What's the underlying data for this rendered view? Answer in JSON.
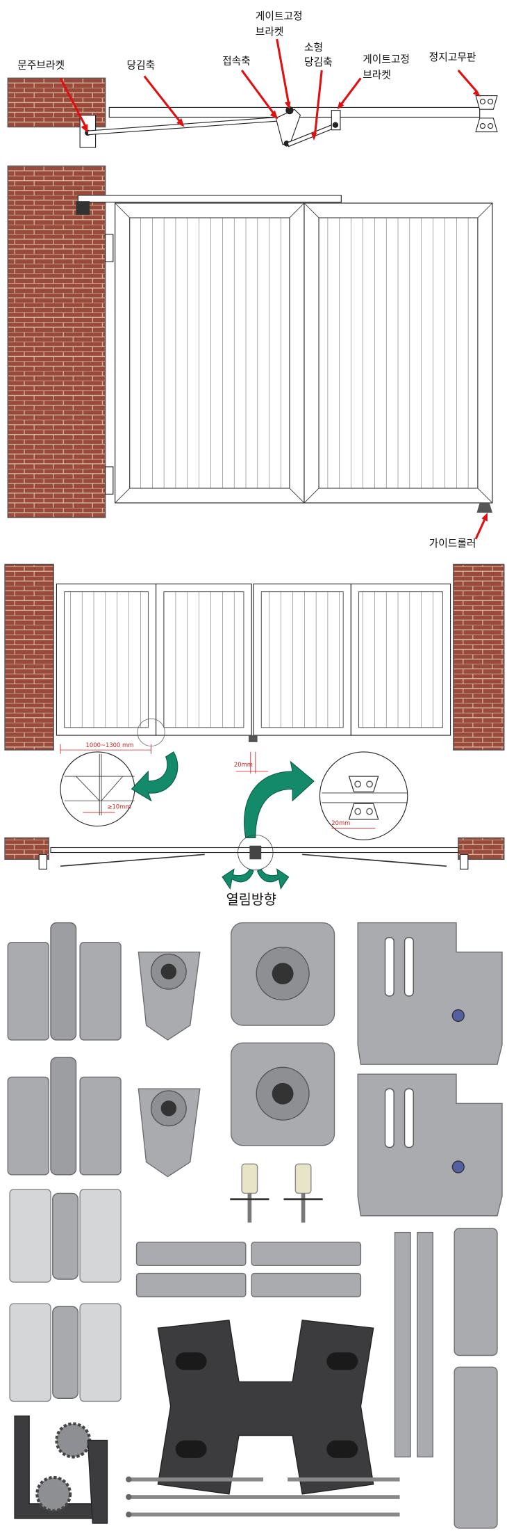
{
  "top_diagram": {
    "labels": {
      "pillar_bracket": "문주브라켓",
      "pull_rod": "당김축",
      "connecting_shaft": "접속축",
      "gate_bracket_1_line1": "게이트고정",
      "gate_bracket_1_line2": "브라켓",
      "small_pull_rod_line1": "소형",
      "small_pull_rod_line2": "당김축",
      "gate_bracket_2_line1": "게이트고정",
      "gate_bracket_2_line2": "브라켓",
      "stop_rubber": "정지고무판"
    }
  },
  "elevation": {
    "guide_roller": "가이드롤러"
  },
  "install_diagram": {
    "panel_width": "1000~1300 mm",
    "gap_min": "≥10mm",
    "center_gap": "20mm",
    "detail_gap": "20mm",
    "opening_direction": "열림방향"
  },
  "colors": {
    "arrow_red": "#e01010",
    "arrow_green": "#138a6a",
    "brick": "#9a4a3a"
  }
}
